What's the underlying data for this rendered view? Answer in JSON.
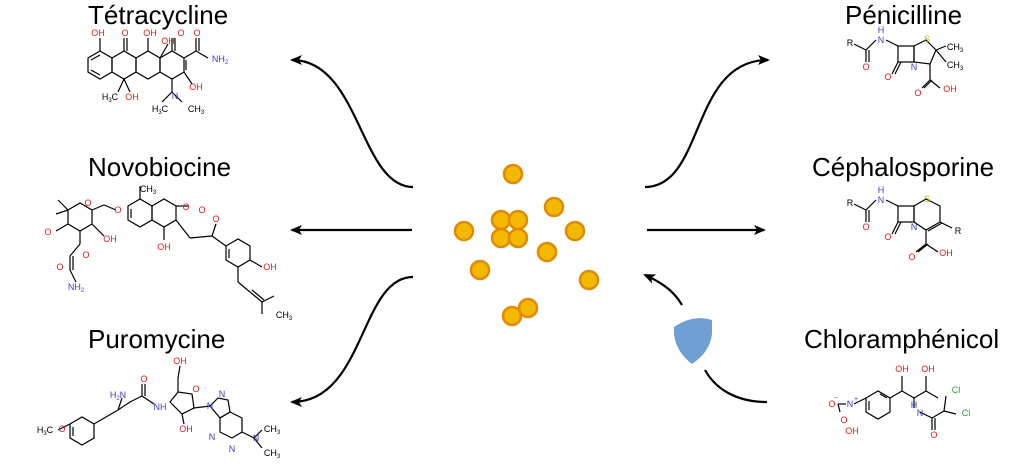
{
  "antibiotics": {
    "tetracycline": {
      "name": "Tétracycline",
      "atoms": {
        "oh1": "OH",
        "o1": "O",
        "oh2": "OH",
        "o2": "O",
        "oh3": "OH",
        "o3": "O",
        "nh2": "NH",
        "nh2_sub": "2",
        "oh4": "OH",
        "oh5": "OH",
        "ch3": "H",
        "ch3_sub": "3",
        "ch3_c": "C",
        "n": "N",
        "me1": "H",
        "me1_sub": "3",
        "me1_c": "C",
        "me2": "CH",
        "me2_sub": "3"
      }
    },
    "novobiocin": {
      "name": "Novobiocine",
      "atoms": {
        "ch3": "CH",
        "ch3_sub": "3",
        "o1": "O",
        "o2": "O",
        "o3": "O",
        "o4": "O",
        "o5": "O",
        "och3": "O",
        "oh1": "OH",
        "oh2": "OH",
        "oh3": "OH",
        "o6": "O",
        "o7": "O",
        "nh2": "NH",
        "nh2_sub": "2",
        "ch3b": "CH",
        "ch3b_sub": "3"
      }
    },
    "puromycin": {
      "name": "Puromycine",
      "atoms": {
        "h2n": "H",
        "h2n_sub": "2",
        "h2n_n": "N",
        "o1": "O",
        "nh": "NH",
        "oh1": "OH",
        "oh2": "OH",
        "o2": "O",
        "h3c": "H",
        "h3c_sub": "3",
        "h3c_c": "C",
        "o3": "O",
        "n1": "N",
        "n2": "N",
        "n3": "N",
        "n4": "N",
        "n5": "N",
        "ch3a": "CH",
        "ch3a_sub": "3",
        "ch3b": "CH",
        "ch3b_sub": "3"
      }
    },
    "penicillin": {
      "name": "Pénicilline",
      "atoms": {
        "r": "R",
        "h": "H",
        "n1": "N",
        "o1": "O",
        "n2": "N",
        "s": "S",
        "ch3a": "CH",
        "ch3a_sub": "3",
        "ch3b": "CH",
        "ch3b_sub": "3",
        "o2": "O",
        "o3": "O",
        "oh": "OH"
      }
    },
    "cephalosporin": {
      "name": "Céphalosporine",
      "atoms": {
        "r1": "R",
        "h": "H",
        "n1": "N",
        "o1": "O",
        "n2": "N",
        "s": "S",
        "r2": "R",
        "o2": "O",
        "o3": "O",
        "oh": "OH"
      }
    },
    "chloramphenicol": {
      "name": "Chloramphénicol",
      "atoms": {
        "oh1": "OH",
        "oh2": "OH",
        "cl1": "Cl",
        "cl2": "Cl",
        "o1": "O",
        "n1": "N",
        "o2": "O",
        "plus": "+",
        "minus": "−",
        "oh3": "OH",
        "h": "H",
        "n2": "N",
        "o3": "O"
      }
    }
  },
  "colors": {
    "bacteria_fill": "#f5b800",
    "bacteria_stroke": "#e08a00",
    "shield": "#6f9fd3",
    "oxygen": "#e51a1a",
    "nitrogen": "#3a3ad6",
    "chlorine": "#2aa02a",
    "sulfur": "#c8b400",
    "bond": "#000000"
  },
  "icons": {
    "shield": "shield-icon",
    "arrow": "arrow-icon"
  }
}
